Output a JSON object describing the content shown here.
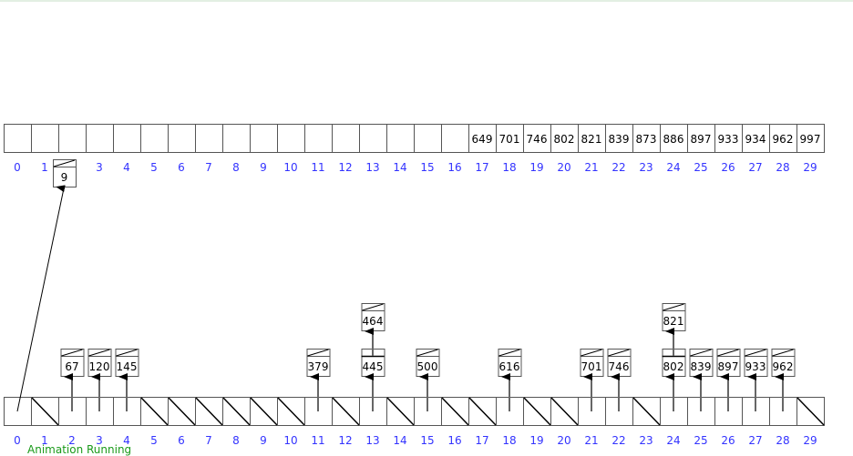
{
  "colors": {
    "index": "#3333ff",
    "status": "#1a9a1a",
    "cell_border": "#555555"
  },
  "output_array": {
    "values": [
      "",
      "",
      "",
      "",
      "",
      "",
      "",
      "",
      "",
      "",
      "",
      "",
      "",
      "",
      "",
      "",
      "",
      "649",
      "701",
      "746",
      "802",
      "821",
      "839",
      "873",
      "886",
      "897",
      "933",
      "934",
      "962",
      "997"
    ]
  },
  "moving_node": {
    "value": "9",
    "near_index": 2,
    "from_bucket": 0
  },
  "buckets": [
    [],
    [],
    [
      "67"
    ],
    [
      "120"
    ],
    [
      "145"
    ],
    [],
    [],
    [],
    [],
    [],
    [],
    [
      "379"
    ],
    [],
    [
      "445",
      "464"
    ],
    [],
    [
      "500"
    ],
    [],
    [],
    [
      "616"
    ],
    [],
    [],
    [
      "701"
    ],
    [
      "746"
    ],
    [],
    [
      "802",
      "821"
    ],
    [
      "839"
    ],
    [
      "897"
    ],
    [
      "933"
    ],
    [
      "962"
    ],
    []
  ],
  "status_text": "Animation Running"
}
